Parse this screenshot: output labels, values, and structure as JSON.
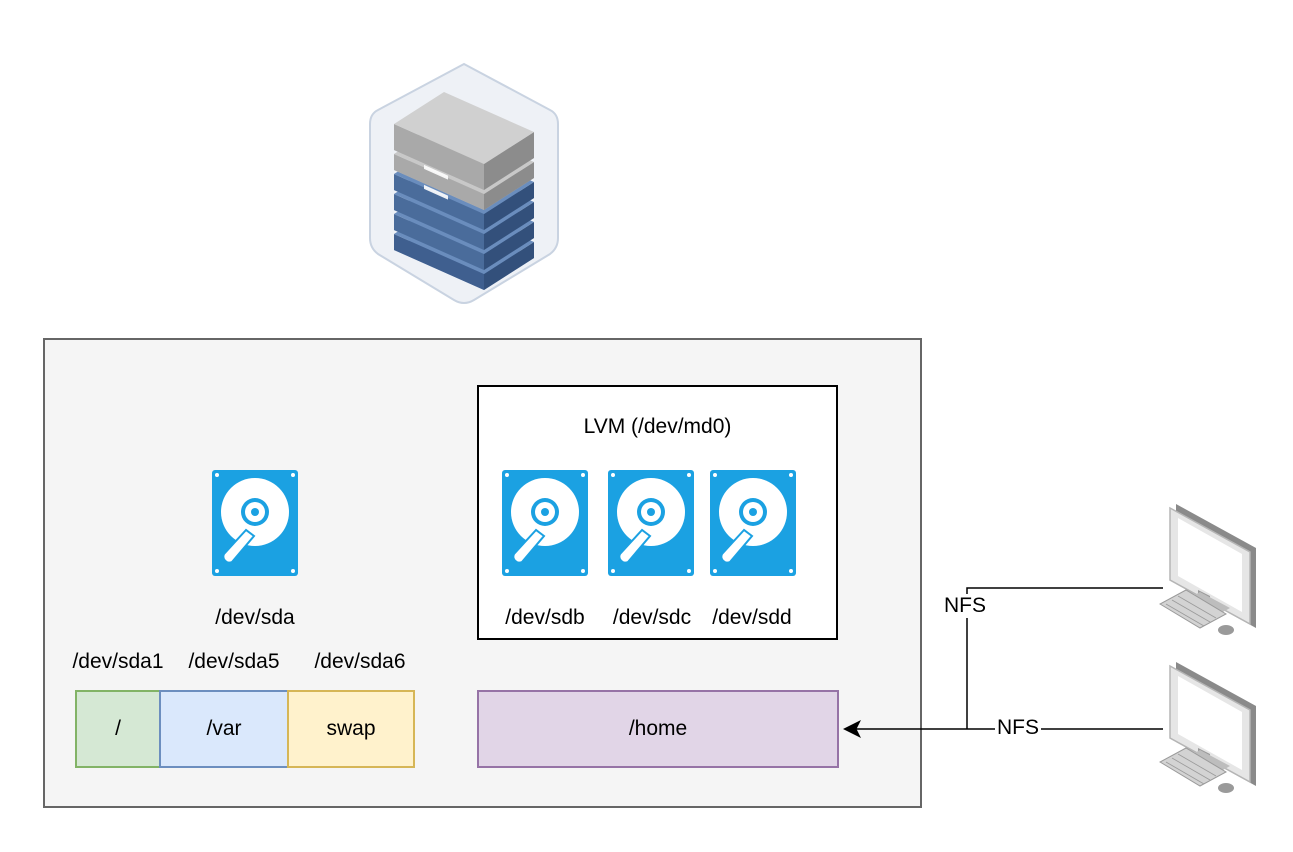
{
  "lvm": {
    "label": "LVM (/dev/md0)"
  },
  "disks": {
    "sda": "/dev/sda",
    "sdb": "/dev/sdb",
    "sdc": "/dev/sdc",
    "sdd": "/dev/sdd"
  },
  "partitions": {
    "sda1": {
      "device": "/dev/sda1",
      "mount": "/",
      "fill": "#d5e8d4",
      "stroke": "#82b366"
    },
    "sda5": {
      "device": "/dev/sda5",
      "mount": "/var",
      "fill": "#dae8fc",
      "stroke": "#6c8ebf"
    },
    "sda6": {
      "device": "/dev/sda6",
      "mount": "swap",
      "fill": "#fff2cc",
      "stroke": "#d6b656"
    }
  },
  "home": {
    "mount": "/home",
    "fill": "#e1d5e7",
    "stroke": "#9673a6"
  },
  "connections": {
    "nfs_top": "NFS",
    "nfs_bottom": "NFS"
  },
  "icons": {
    "server": "server-rack-icon",
    "disk": "hard-disk-icon",
    "client": "desktop-computer-icon"
  },
  "colors": {
    "disk": "#1ba1e2",
    "server_blue": "#4a6c9b",
    "server_gray": "#a9a9a9"
  }
}
